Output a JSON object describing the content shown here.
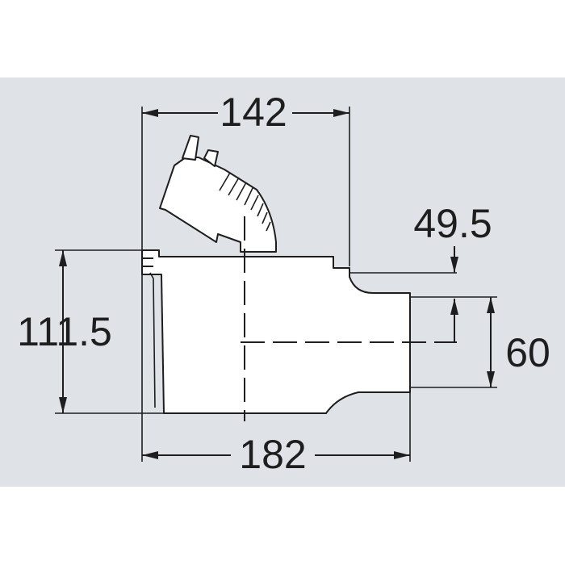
{
  "colors": {
    "page_background": "#ffffff",
    "panel_background": "#dfe3e8",
    "line": "#1e1e1e",
    "part_fill": "#ffffff"
  },
  "dimensions": {
    "width_top": "142",
    "height_left": "111.5",
    "outlet_offset": "49.5",
    "outlet_diameter": "60",
    "width_bottom": "182"
  }
}
